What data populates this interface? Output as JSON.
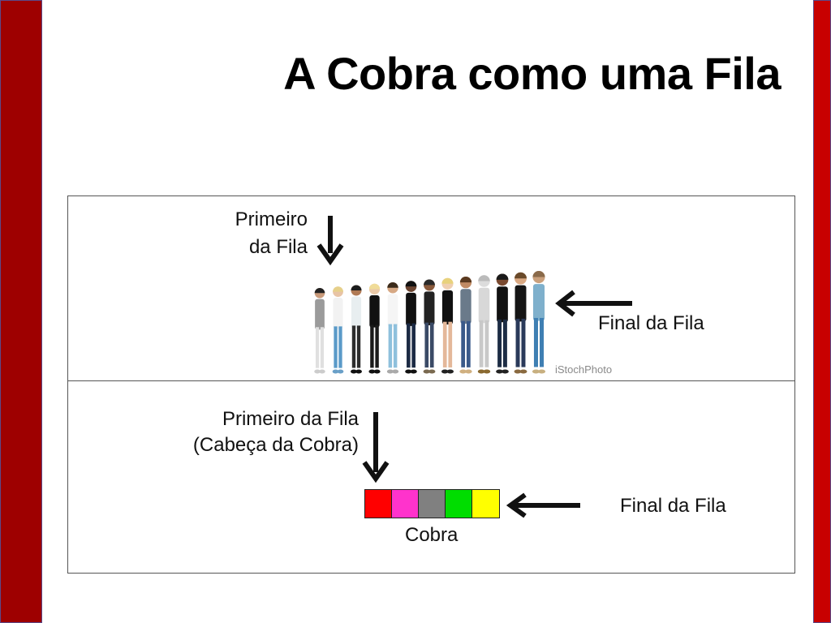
{
  "slide": {
    "title": "A Cobra como uma Fila",
    "bar_color_left": "#9e0000",
    "bar_color_right": "#c80000"
  },
  "queue_photo": {
    "first_label_line1": "Primeiro",
    "first_label_line2": "da Fila",
    "last_label": "Final da Fila",
    "credit": "iStochPhoto",
    "person_count": 13
  },
  "snake_diagram": {
    "first_label_line1": "Primeiro da Fila",
    "first_label_line2": "(Cabeça da Cobra)",
    "last_label": "Final da Fila",
    "snake_label": "Cobra",
    "segments": [
      {
        "name": "red",
        "color": "#ff0000"
      },
      {
        "name": "magenta",
        "color": "#ff33cc"
      },
      {
        "name": "gray",
        "color": "#808080"
      },
      {
        "name": "green",
        "color": "#00dd00"
      },
      {
        "name": "yellow",
        "color": "#ffff00"
      }
    ]
  }
}
